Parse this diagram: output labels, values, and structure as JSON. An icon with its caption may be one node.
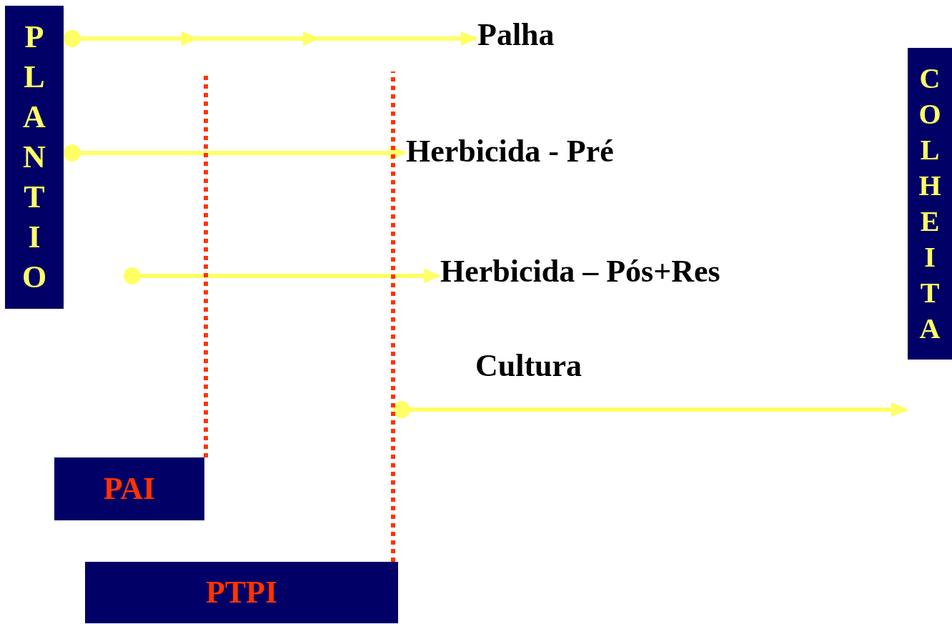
{
  "diagram": {
    "nodes": [
      {
        "text": [
          "PLANTIO"
        ]
      },
      {
        "text": [
          "COLHEITA"
        ]
      },
      {
        "text": [
          "Palha"
        ]
      },
      {
        "text": [
          "Herbicida - Pré"
        ]
      },
      {
        "text": [
          "Herbicida – Pós+Res"
        ]
      },
      {
        "text": [
          "PAI"
        ]
      },
      {
        "text": [
          "PTPI"
        ]
      }
    ],
    "edges": [
      {
        "from": 0,
        "to": 2,
        "arrow": "to"
      },
      {
        "from": 0,
        "to": 3,
        "arrow": "to"
      },
      {
        "from": null,
        "to": 4,
        "arrow": "to"
      },
      {
        "from": null,
        "to": 1,
        "arrow": "to",
        "label": "Cultura"
      },
      {
        "from": 5,
        "to": null,
        "arrow": "none",
        "style": "dashed",
        "color": "#ff3300"
      },
      {
        "from": 6,
        "to": null,
        "arrow": "none",
        "style": "dashed",
        "color": "#ff3300"
      }
    ]
  }
}
